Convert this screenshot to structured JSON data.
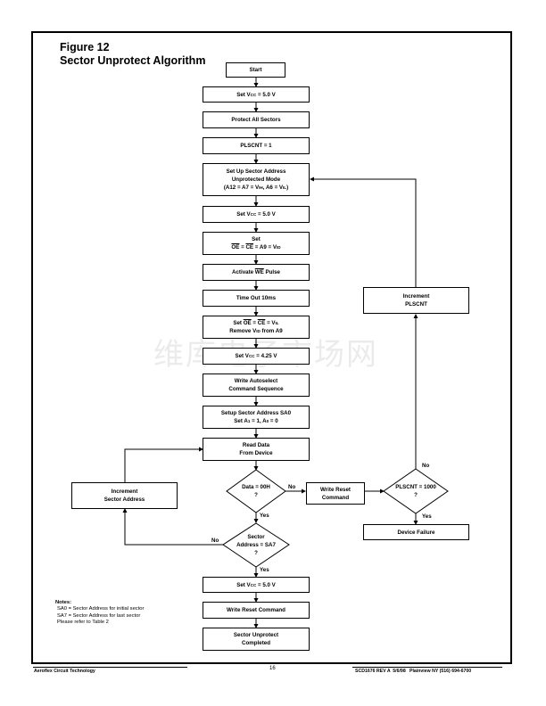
{
  "figure": {
    "number": "Figure 12",
    "title": "Sector Unprotect Algorithm"
  },
  "steps": {
    "start": "Start",
    "set_vcc_1": {
      "pre": "Set V",
      "sub": "CC",
      "post": " = 5.0 V"
    },
    "protect_all": "Protect All Sectors",
    "plscnt_init": "PLSCNT = 1",
    "setup_sector": {
      "line1": "Set Up Sector Address",
      "line2": "Unprotected Mode",
      "line3_a": "(A12 = A7 = V",
      "line3_sub1": "IH",
      "line3_b": ", A6 = V",
      "line3_sub2": "IL",
      "line3_c": ")"
    },
    "set_vcc_2": {
      "pre": "Set V",
      "sub": "CC",
      "post": " = 5.0 V"
    },
    "set_oe_ce": {
      "line1": "Set",
      "oe": "OE",
      "eq1": " = ",
      "ce": "CE",
      "eq2": " = A9 = V",
      "sub": "ID"
    },
    "activate_we": {
      "pre": "Activate ",
      "we": "WE",
      "post": " Pulse"
    },
    "timeout": "Time Out 10ms",
    "set_oe_ce_vil": {
      "pre": "Set ",
      "oe": "OE",
      "eq1": " = ",
      "ce": "CE",
      "eq2": " = V",
      "sub": "IL",
      "line2_a": "Remove V",
      "line2_sub": "ID",
      "line2_b": " from A9"
    },
    "set_vcc_425": {
      "pre": "Set V",
      "sub": "CC",
      "post": " = 4.25 V"
    },
    "write_autoselect": {
      "line1": "Write Autoselect",
      "line2": "Command Sequence"
    },
    "setup_sa0": {
      "line1": "Setup Sector Address SA0",
      "line2_a": "Set A",
      "sub1": "1",
      "line2_b": " = 1, A",
      "sub2": "0",
      "line2_c": " = 0"
    },
    "read_data": {
      "line1": "Read Data",
      "line2": "From Device"
    },
    "data_decision": {
      "line1": "Data = 00H",
      "line2": "?"
    },
    "sector_decision": {
      "line1": "Sector",
      "line2": "Address = SA7",
      "line3": "?"
    },
    "set_vcc_final": {
      "pre": "Set V",
      "sub": "CC",
      "post": " = 5.0 V"
    },
    "write_reset_final": "Write Reset Command",
    "completed": {
      "line1": "Sector Unprotect",
      "line2": "Completed"
    },
    "increment_sector": {
      "line1": "Increment",
      "line2": "Sector Address"
    },
    "write_reset_side": {
      "line1": "Write Reset",
      "line2": "Command"
    },
    "plscnt_decision": {
      "line1": "PLSCNT = 1000",
      "line2": "?"
    },
    "increment_plscnt": {
      "line1": "Increment",
      "line2": "PLSCNT"
    },
    "device_failure": "Device Failure"
  },
  "branch_labels": {
    "data_no": "No",
    "data_yes": "Yes",
    "sector_no": "No",
    "sector_yes": "Yes",
    "plscnt_no": "No",
    "plscnt_yes": "Yes"
  },
  "notes": {
    "heading": "Notes:",
    "lines": [
      "SA0 = Sector Address for initial sector",
      "SA7 = Sector Address for last sector",
      "Please refer to Table 2"
    ]
  },
  "footer": {
    "company": "Aeroflex Circuit Technology",
    "page": "16",
    "doc_info": "SCD1676 REV A  5/6/98   Plainview NY (516) 694-6700"
  },
  "watermark": "维库电子市场网"
}
